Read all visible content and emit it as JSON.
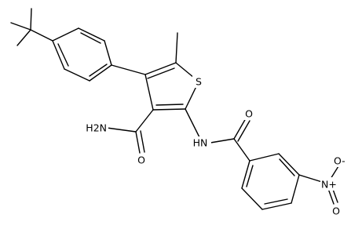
{
  "diagram": {
    "type": "chemical-structure",
    "atom_labels": {
      "sulfur": "S",
      "carboxamide": "H2N",
      "carbonyl_oxygen_amide": "O",
      "amide_nh": "HN",
      "carbonyl_oxygen_benzoyl": "O",
      "nitro_nitrogen": "N+",
      "nitro_oxygen_minus": "O-",
      "nitro_oxygen": "O"
    }
  }
}
